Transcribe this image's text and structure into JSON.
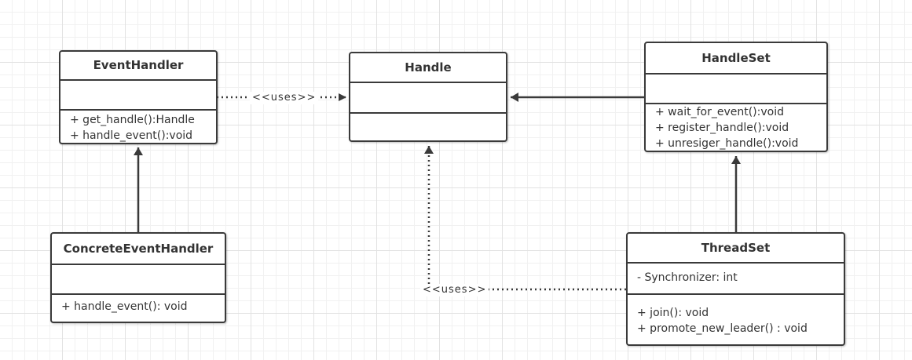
{
  "diagram": {
    "classes": {
      "event_handler": {
        "name": "EventHandler",
        "attributes": [],
        "methods": [
          "+ get_handle():Handle",
          "+ handle_event():void"
        ]
      },
      "handle": {
        "name": "Handle",
        "attributes": [],
        "methods": []
      },
      "handle_set": {
        "name": "HandleSet",
        "attributes": [],
        "methods": [
          "+ wait_for_event():void",
          "+ register_handle():void",
          "+ unresiger_handle():void"
        ]
      },
      "concrete_event_handler": {
        "name": "ConcreteEventHandler",
        "attributes": [],
        "methods": [
          "+ handle_event(): void"
        ]
      },
      "thread_set": {
        "name": "ThreadSet",
        "attributes": [
          "- Synchronizer: int"
        ],
        "methods": [
          "+ join(): void",
          "+ promote_new_leader() : void"
        ]
      }
    },
    "relations": {
      "eventhandler_uses_handle": {
        "label": "<<uses>>",
        "kind": "dependency"
      },
      "threadset_uses_handle": {
        "label": "<<uses>>",
        "kind": "dependency"
      },
      "handleset_to_handle": {
        "label": "",
        "kind": "association"
      },
      "concrete_extends_eventhandler": {
        "label": "",
        "kind": "association"
      },
      "threadset_to_handleset": {
        "label": "",
        "kind": "association"
      }
    }
  },
  "colors": {
    "border": "#3a3a3a",
    "text": "#333333",
    "grid": "#e2e2e2"
  }
}
